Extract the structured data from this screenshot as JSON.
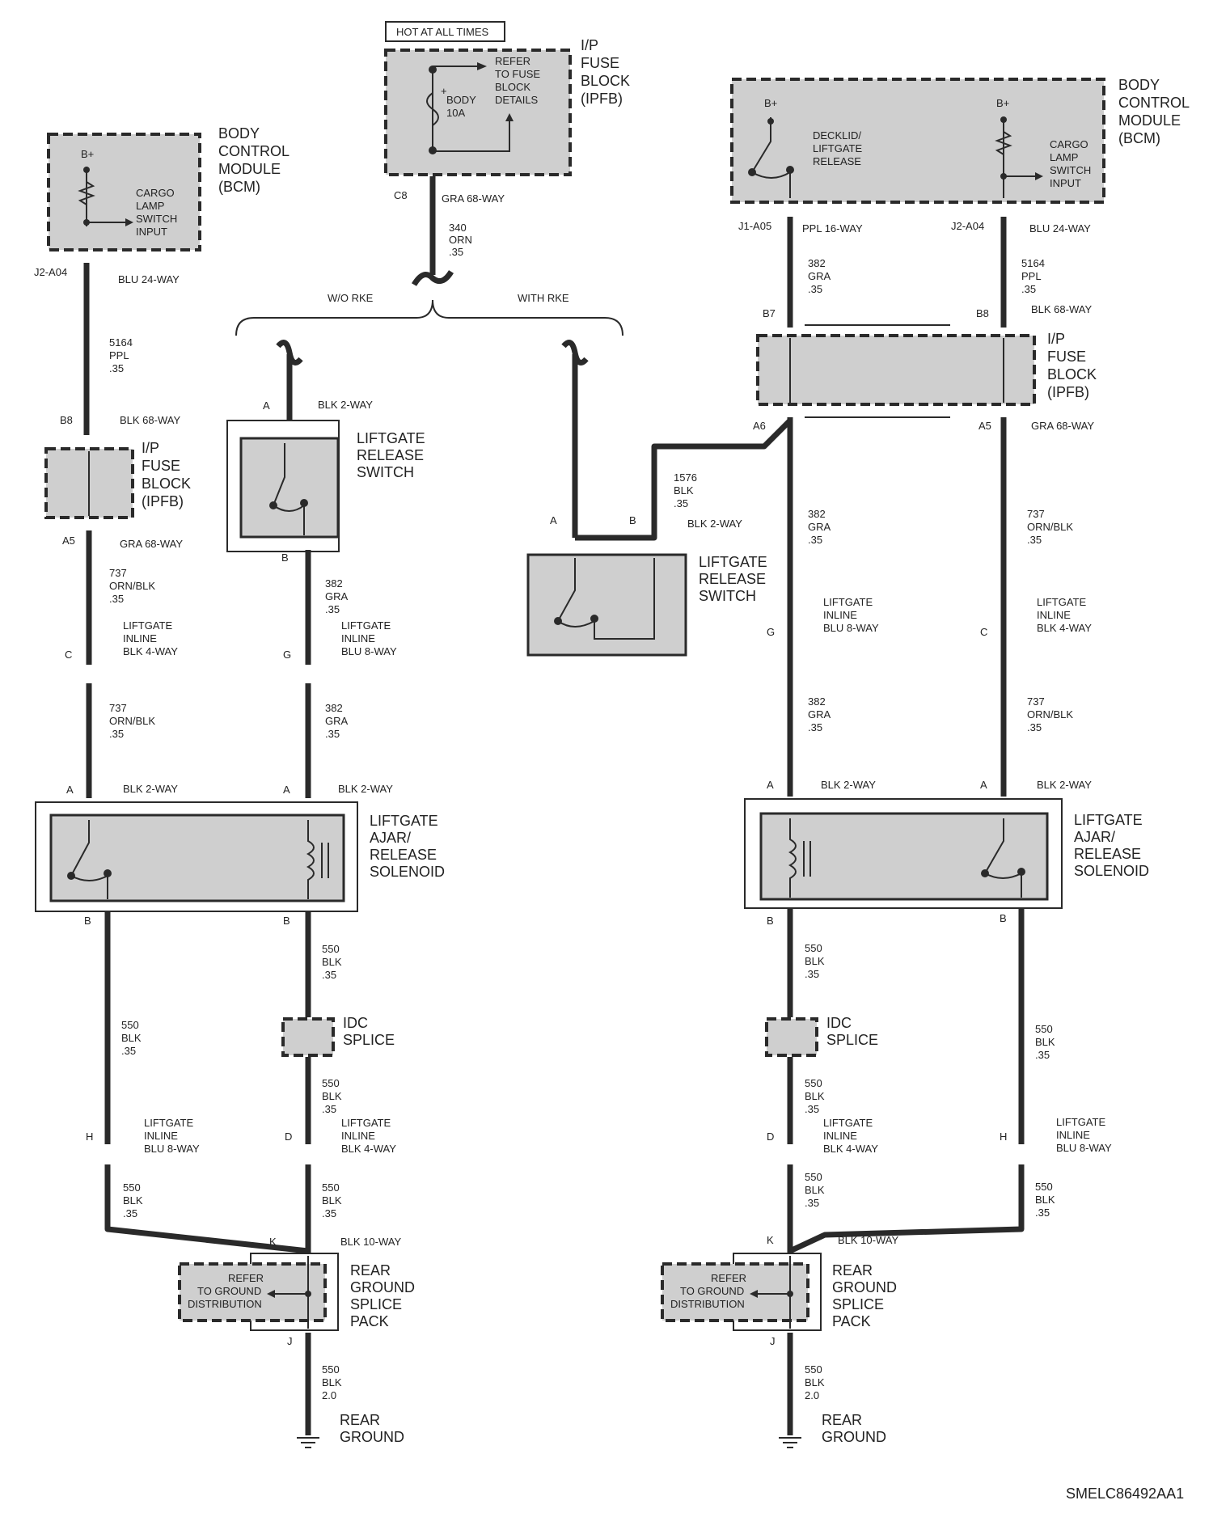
{
  "title_hot": "HOT AT ALL TIMES",
  "top_fuse": {
    "name": "I/P FUSE BLOCK (IPFB)",
    "refer": "REFER TO FUSE BLOCK DETAILS",
    "fuse": "BODY 10A",
    "plus": "+"
  },
  "c8": "C8",
  "gra68": "GRA 68-WAY",
  "wire340": {
    "num": "340",
    "color": "ORN",
    "size": ".35"
  },
  "wo_rke": "W/O RKE",
  "with_rke": "WITH RKE",
  "bcm": "BODY CONTROL MODULE (BCM)",
  "bplus": "B+",
  "cargo_input": "CARGO LAMP SWITCH INPUT",
  "decklid": "DECKLID/ LIFTGATE RELEASE",
  "j2a04": "J2-A04",
  "j1a05": "J1-A05",
  "blu24": "BLU 24-WAY",
  "ppl16": "PPL 16-WAY",
  "w5164": {
    "num": "5164",
    "color": "PPL",
    "size": ".35"
  },
  "w382": {
    "num": "382",
    "color": "GRA",
    "size": ".35"
  },
  "w737": {
    "num": "737",
    "color": "ORN/BLK",
    "size": ".35"
  },
  "w1576": {
    "num": "1576",
    "color": "BLK",
    "size": ".35"
  },
  "w550": {
    "num": "550",
    "color": "BLK",
    "size": ".35"
  },
  "w550b": {
    "num": "550",
    "color": "BLK",
    "size": "2.0"
  },
  "b7": "B7",
  "b8": "B8",
  "a5": "A5",
  "a6": "A6",
  "blk68": "BLK 68-WAY",
  "gra68way": "GRA 68-WAY",
  "ipfb": "I/P FUSE BLOCK (IPFB)",
  "blk2": "BLK 2-WAY",
  "liftgate_switch": "LIFTGATE RELEASE SWITCH",
  "inline_blk4": "LIFTGATE INLINE BLK 4-WAY",
  "inline_blu8": "LIFTGATE INLINE BLU 8-WAY",
  "solenoid": "LIFTGATE AJAR/ RELEASE SOLENOID",
  "idc": "IDC SPLICE",
  "blk10": "BLK 10-WAY",
  "ground_dist": "REFER TO GROUND DISTRIBUTION",
  "splice_pack": "REAR GROUND SPLICE PACK",
  "rear_ground": "REAR GROUND",
  "pins": {
    "A": "A",
    "B": "B",
    "C": "C",
    "D": "D",
    "G": "G",
    "H": "H",
    "J": "J",
    "K": "K"
  },
  "figure_id": "SMELC86492AA1"
}
